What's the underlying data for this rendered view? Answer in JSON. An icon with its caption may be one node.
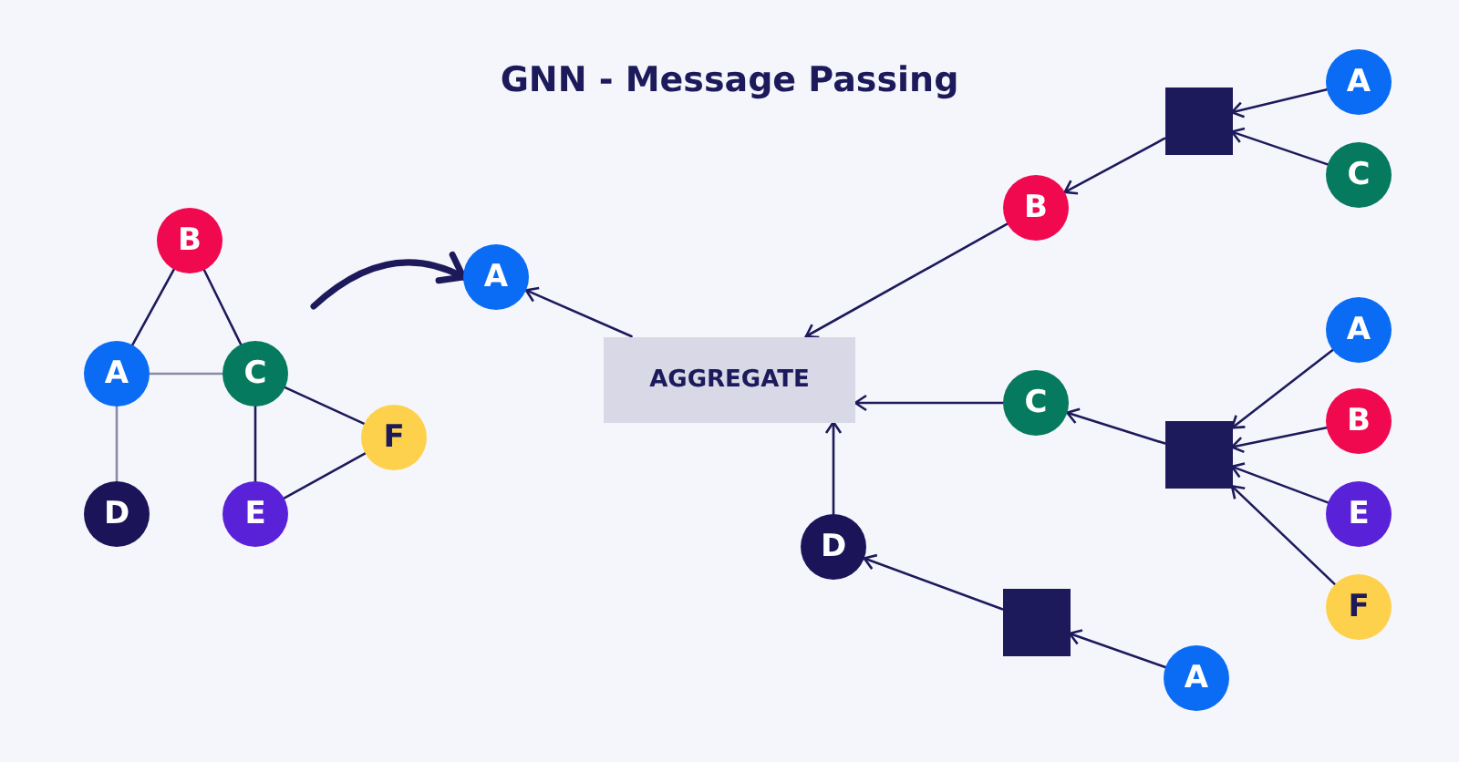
{
  "diagram": {
    "title": "GNN - Message Passing",
    "nodes": [
      {
        "text": [
          "B"
        ]
      },
      {
        "text": [
          "A"
        ]
      },
      {
        "text": [
          "C"
        ]
      },
      {
        "text": [
          "F"
        ]
      },
      {
        "text": [
          "D"
        ]
      },
      {
        "text": [
          "E"
        ]
      },
      {
        "text": [
          "A"
        ]
      },
      {
        "text": [
          "AGGREGATE"
        ]
      },
      {
        "text": [
          "B"
        ]
      },
      {
        "text": [
          "C"
        ]
      },
      {
        "text": [
          "D"
        ]
      },
      {
        "text": [],
        "shape": "box"
      },
      {
        "text": [
          "A"
        ]
      },
      {
        "text": [
          "C"
        ]
      },
      {
        "text": [],
        "shape": "box"
      },
      {
        "text": [
          "A"
        ]
      },
      {
        "text": [
          "B"
        ]
      },
      {
        "text": [
          "E"
        ]
      },
      {
        "text": [
          "F"
        ]
      },
      {
        "text": [],
        "shape": "box"
      },
      {
        "text": [
          "A"
        ]
      }
    ],
    "edges": [
      {
        "from": 0,
        "to": 1,
        "arrow": "none"
      },
      {
        "from": 0,
        "to": 2,
        "arrow": "none"
      },
      {
        "from": 1,
        "to": 2,
        "arrow": "none",
        "color": "#8c8ba6"
      },
      {
        "from": 1,
        "to": 4,
        "arrow": "none",
        "color": "#8c8ba6"
      },
      {
        "from": 2,
        "to": 3,
        "arrow": "none"
      },
      {
        "from": 2,
        "to": 5,
        "arrow": "none"
      },
      {
        "from": 5,
        "to": 3,
        "arrow": "none"
      },
      {
        "from": null,
        "to": 6,
        "arrow": "to",
        "style": "thick"
      },
      {
        "from": 7,
        "to": 6,
        "arrow": "to"
      },
      {
        "from": 8,
        "to": 7,
        "arrow": "to"
      },
      {
        "from": 9,
        "to": 7,
        "arrow": "to"
      },
      {
        "from": 10,
        "to": 7,
        "arrow": "to"
      },
      {
        "from": 11,
        "to": 8,
        "arrow": "to"
      },
      {
        "from": 12,
        "to": 11,
        "arrow": "to"
      },
      {
        "from": 13,
        "to": 11,
        "arrow": "to"
      },
      {
        "from": 14,
        "to": 9,
        "arrow": "to"
      },
      {
        "from": 15,
        "to": 14,
        "arrow": "to"
      },
      {
        "from": 16,
        "to": 14,
        "arrow": "to"
      },
      {
        "from": 17,
        "to": 14,
        "arrow": "to"
      },
      {
        "from": 18,
        "to": 14,
        "arrow": "to"
      },
      {
        "from": 19,
        "to": 10,
        "arrow": "to"
      },
      {
        "from": 20,
        "to": 19,
        "arrow": "to"
      }
    ]
  }
}
